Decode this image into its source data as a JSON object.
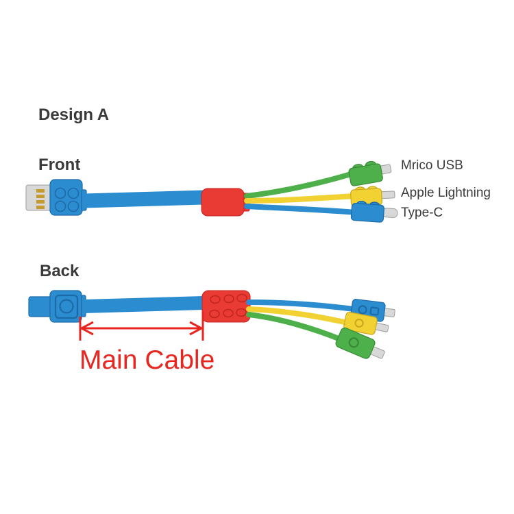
{
  "page": {
    "title": "Design A"
  },
  "front": {
    "label": "Front",
    "connectors": [
      {
        "label": "Mrico USB",
        "color_name": "green"
      },
      {
        "label": "Apple Lightning",
        "color_name": "yellow"
      },
      {
        "label": "Type-C",
        "color_name": "blue"
      }
    ]
  },
  "back": {
    "label": "Back",
    "annotation": "Main Cable"
  },
  "colors": {
    "background": "#ffffff",
    "label_text": "#3a3a3a",
    "annotation_red": "#e8251f",
    "cable_blue": "#2b8ccf",
    "cable_blue_dark": "#1c6aa8",
    "hub_red": "#e93a34",
    "hub_red_dark": "#c1251f",
    "cable_green": "#4db04a",
    "cable_green_dark": "#388a37",
    "cable_yellow": "#f1d232",
    "cable_yellow_dark": "#c9a81d",
    "metal_silver": "#d8d8d8",
    "metal_dark": "#9e9e9e",
    "usb_gold": "#c59a2f"
  }
}
